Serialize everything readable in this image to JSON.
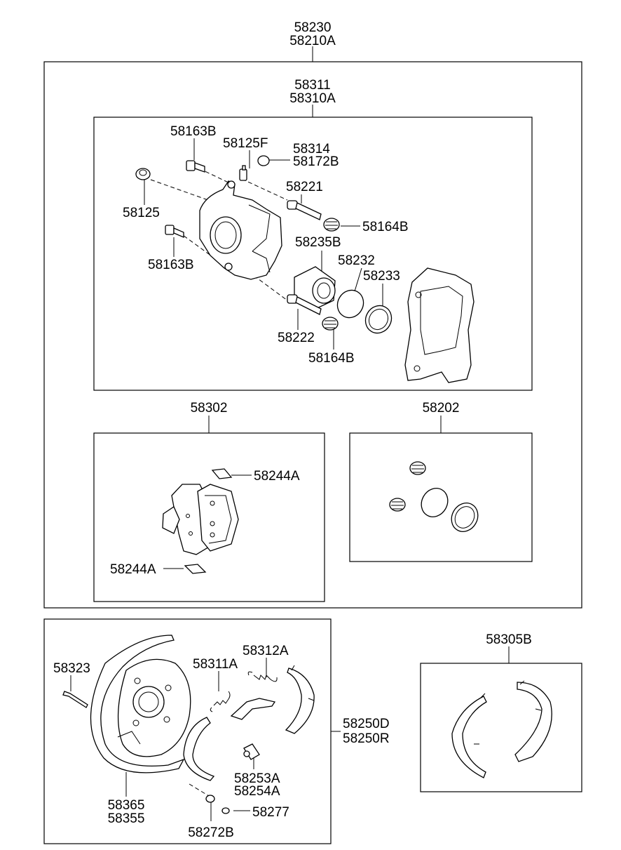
{
  "labels": {
    "assembly_main": "58230",
    "assembly_main_alt": "58210A",
    "caliper_group": "58311",
    "caliper_group_alt": "58310A",
    "bolt_upper": "58163B",
    "bleeder_screw": "58125F",
    "bleeder_cap": "58314",
    "bleeder_cap_alt": "58172B",
    "guide_pin_upper": "58221",
    "bolt_left": "58125",
    "boot_upper": "58164B",
    "bolt_lower": "58163B",
    "piston": "58235B",
    "piston_seal": "58232",
    "piston_boot": "58233",
    "guide_pin_lower": "58222",
    "boot_lower": "58164B",
    "pad_kit": "58302",
    "seal_kit": "58202",
    "shim_upper": "58244A",
    "shim_lower": "58244A",
    "backing_bolt": "58323",
    "spring_a": "58311A",
    "spring_b": "58312A",
    "brake_assembly": "58250D",
    "brake_assembly_alt": "58250R",
    "backing_plate": "58365",
    "backing_plate_alt": "58355",
    "adjuster": "58253A",
    "adjuster_alt": "58254A",
    "pin": "58277",
    "spring_cup": "58272B",
    "shoe_kit": "58305B"
  }
}
